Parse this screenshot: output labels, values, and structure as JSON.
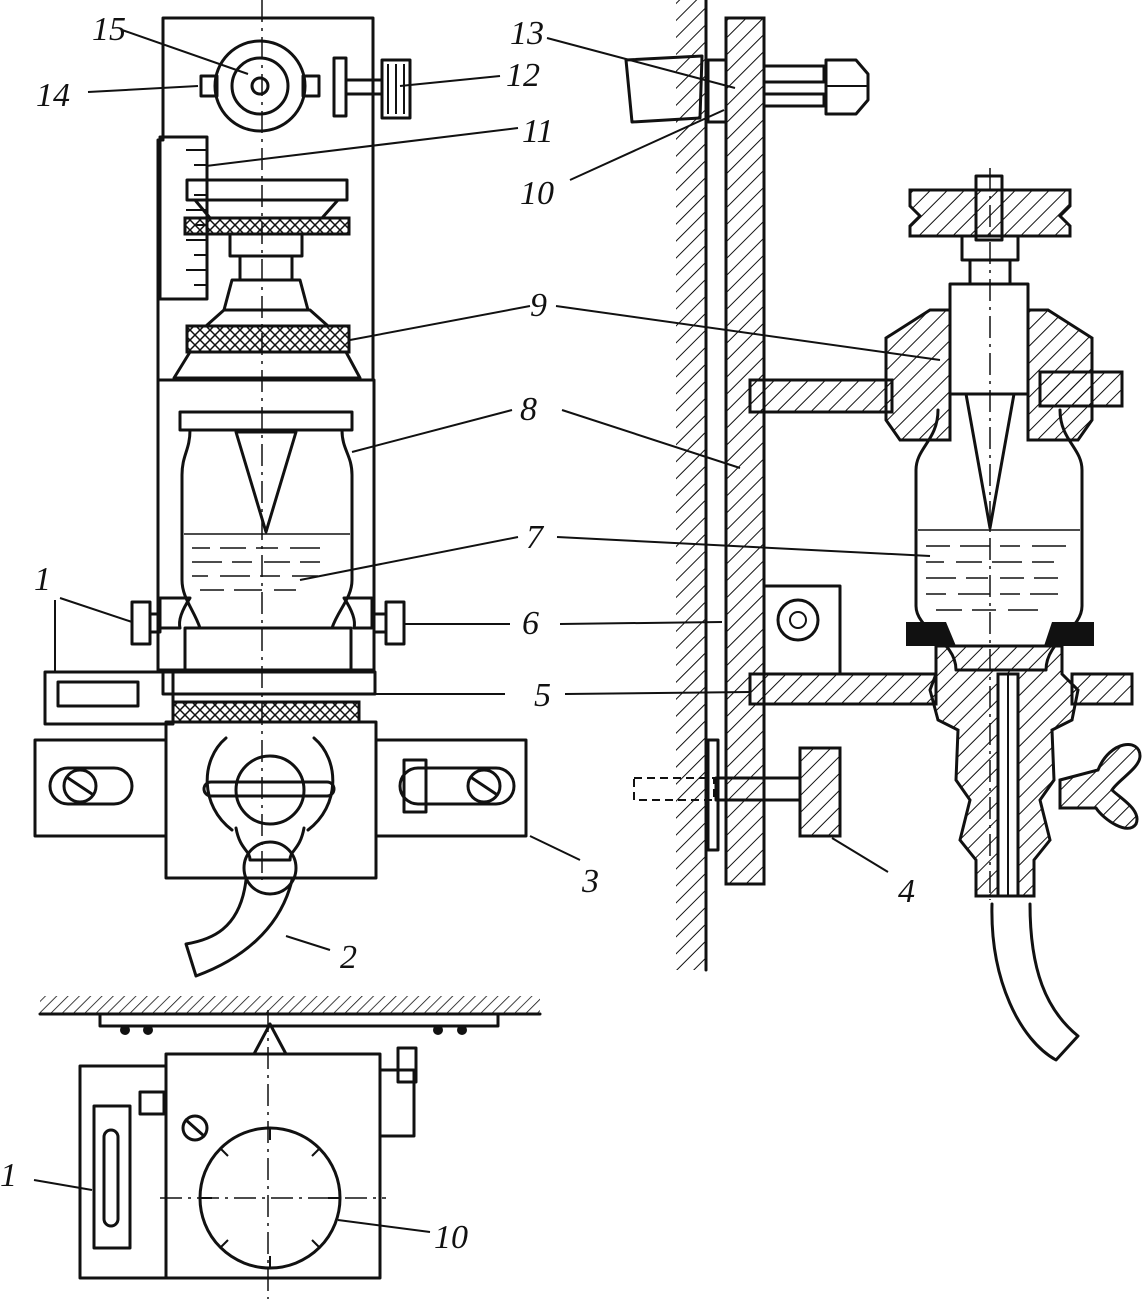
{
  "callouts": {
    "left_view": [
      {
        "id": "1",
        "text": "1"
      },
      {
        "id": "2",
        "text": "2"
      },
      {
        "id": "3",
        "text": "3"
      },
      {
        "id": "5",
        "text": "5"
      },
      {
        "id": "6",
        "text": "6"
      },
      {
        "id": "7",
        "text": "7"
      },
      {
        "id": "8",
        "text": "8"
      },
      {
        "id": "9",
        "text": "9"
      },
      {
        "id": "10",
        "text": "10"
      },
      {
        "id": "11",
        "text": "11"
      },
      {
        "id": "12",
        "text": "12"
      },
      {
        "id": "13",
        "text": "13"
      },
      {
        "id": "14",
        "text": "14"
      },
      {
        "id": "15",
        "text": "15"
      }
    ],
    "right_view": [
      {
        "id": "4",
        "text": "4"
      }
    ],
    "plan_view": [
      {
        "id": "1",
        "text": "1"
      },
      {
        "id": "10",
        "text": "10"
      }
    ]
  },
  "colors": {
    "ink": "#111111",
    "paper": "#ffffff"
  }
}
